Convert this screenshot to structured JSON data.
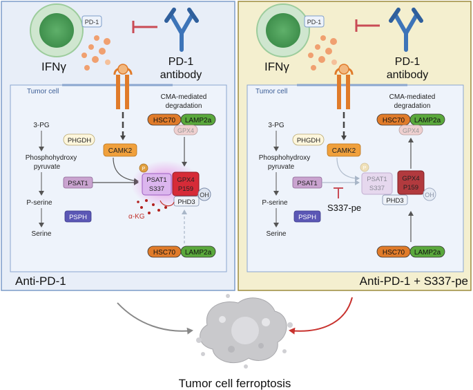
{
  "left_panel": {
    "pd1_tag": "PD-1",
    "ifn": "IFNγ",
    "antibody_line1": "PD-1",
    "antibody_line2": "antibody",
    "tumor_cell": "Tumor cell",
    "cma_line1": "CMA-mediated",
    "cma_line2": "degradation",
    "hsc70": "HSC70",
    "lamp2a": "LAMP2a",
    "gpx4": "GPX4",
    "pg3": "3-PG",
    "phgdh": "PHGDH",
    "phospho_line1": "Phosphohydroxy",
    "phospho_line2": "pyruvate",
    "psat1": "PSAT1",
    "pserine": "P-serine",
    "psph": "PSPH",
    "serine": "Serine",
    "camk2": "CAMK2",
    "p": "P",
    "psat1_s337_line1": "PSAT1",
    "psat1_s337_line2": "S337",
    "gpx4_p159_line1": "GPX4",
    "gpx4_p159_line2": "P159",
    "oh": "OH",
    "phd3": "PHD3",
    "akg": "α-KG",
    "label": "Anti-PD-1"
  },
  "right_panel": {
    "pd1_tag": "PD-1",
    "ifn": "IFNγ",
    "antibody_line1": "PD-1",
    "antibody_line2": "antibody",
    "tumor_cell": "Tumor cell",
    "cma_line1": "CMA-mediated",
    "cma_line2": "degradation",
    "hsc70": "HSC70",
    "lamp2a": "LAMP2a",
    "gpx4": "GPX4",
    "pg3": "3-PG",
    "phgdh": "PHGDH",
    "phospho_line1": "Phosphohydroxy",
    "phospho_line2": "pyruvate",
    "psat1": "PSAT1",
    "pserine": "P-serine",
    "psph": "PSPH",
    "serine": "Serine",
    "camk2": "CAMK2",
    "p": "P",
    "psat1_s337_line1": "PSAT1",
    "psat1_s337_line2": "S337",
    "gpx4_p159_line1": "GPX4",
    "gpx4_p159_line2": "P159",
    "oh": "OH",
    "phd3": "PHD3",
    "s337pe": "S337-pe",
    "label": "Anti-PD-1 + S337-pe"
  },
  "bottom": {
    "ferroptosis": "Tumor cell ferroptosis"
  },
  "colors": {
    "left_bg": "#e8eef8",
    "left_border": "#7c9cc9",
    "right_bg": "#f4efcf",
    "right_border": "#9c8a3c",
    "hsc70": "#e07b2a",
    "lamp2a": "#5aa83c",
    "psat1": "#b88fc0",
    "psph": "#5b57b5",
    "gpx4_red": "#d62b38",
    "receptor": "#e07b2a",
    "antibody": "#3d74b8",
    "inhibitor": "#c94b55",
    "arrow_red": "#c8322e"
  }
}
